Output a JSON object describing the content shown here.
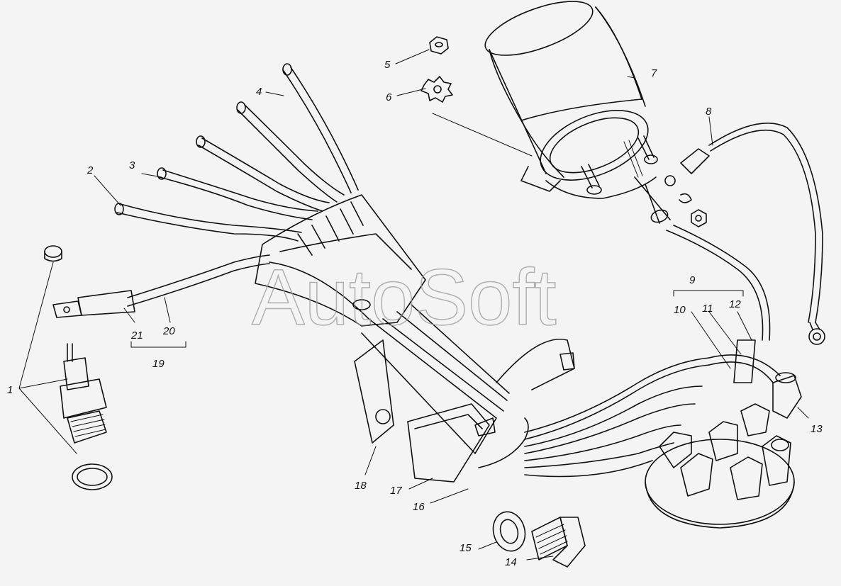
{
  "watermark": "AutoSoft",
  "callouts": {
    "c1": "1",
    "c2": "2",
    "c3": "3",
    "c4": "4",
    "c5": "5",
    "c6": "6",
    "c7": "7",
    "c8": "8",
    "c9": "9",
    "c10": "10",
    "c11": "11",
    "c12": "12",
    "c13": "13",
    "c14": "14",
    "c15": "15",
    "c16": "16",
    "c17": "17",
    "c18": "18",
    "c19": "19",
    "c20": "20",
    "c21": "21"
  },
  "colors": {
    "ink": "#111111",
    "paper": "#f4f4f4",
    "watermark": "#9a9a9a"
  }
}
